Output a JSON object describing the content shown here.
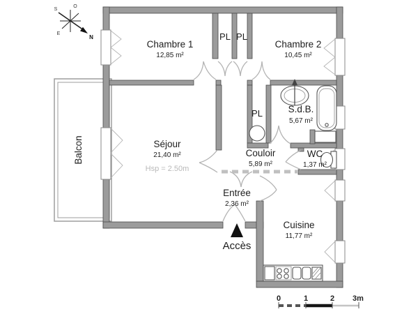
{
  "plan": {
    "type": "apartment floor plan",
    "rooms": [
      {
        "id": "chambre1",
        "name": "Chambre 1",
        "area": "12,85 m²"
      },
      {
        "id": "chambre2",
        "name": "Chambre 2",
        "area": "10,45 m²"
      },
      {
        "id": "sejour",
        "name": "Séjour",
        "area": "21,40 m²",
        "note": "Hsp = 2.50m"
      },
      {
        "id": "sdb",
        "name": "S.d.B.",
        "area": "5,67 m²"
      },
      {
        "id": "wc",
        "name": "WC",
        "area": "1,37 m²"
      },
      {
        "id": "couloir",
        "name": "Couloir",
        "area": "5,89 m²"
      },
      {
        "id": "entree",
        "name": "Entrée",
        "area": "2,36 m²"
      },
      {
        "id": "cuisine",
        "name": "Cuisine",
        "area": "11,77 m²"
      },
      {
        "id": "balcon",
        "name": "Balcon"
      }
    ],
    "closet_labels": [
      "PL",
      "PL",
      "PL"
    ],
    "access_label": "Accès",
    "compass": {
      "north": "N",
      "south": "S",
      "east": "E",
      "west": "O"
    },
    "scale_bar": {
      "ticks": [
        "0",
        "1",
        "2",
        "3m"
      ]
    },
    "palette": {
      "wall": "#9b9b9b",
      "wall_outline": "#4a4a4a",
      "door_arc": "#b3b3b3",
      "text": "#1d1d1d",
      "muted_text": "#b9b9b9",
      "background": "#ffffff"
    }
  }
}
